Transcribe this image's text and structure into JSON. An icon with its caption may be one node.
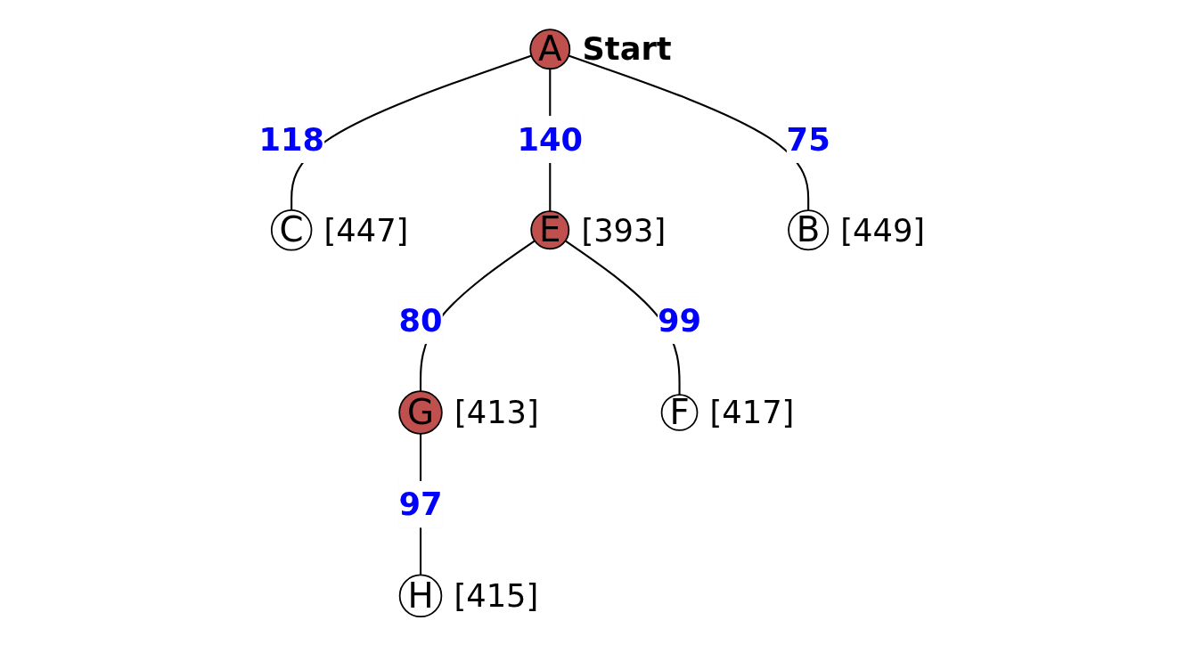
{
  "diagram": {
    "nodes": [
      {
        "text": [
          "A"
        ],
        "beside": [
          "Start"
        ]
      },
      {
        "text": [
          "C"
        ],
        "beside": [
          "[447]"
        ]
      },
      {
        "text": [
          "E"
        ],
        "beside": [
          "[393]"
        ]
      },
      {
        "text": [
          "B"
        ],
        "beside": [
          "[449]"
        ]
      },
      {
        "text": [
          "G"
        ],
        "beside": [
          "[413]"
        ]
      },
      {
        "text": [
          "F"
        ],
        "beside": [
          "[417]"
        ]
      },
      {
        "text": [
          "H"
        ],
        "beside": [
          "[415]"
        ]
      }
    ],
    "edges": [
      {
        "from": 0,
        "to": 1,
        "arrow": "none",
        "label": "118"
      },
      {
        "from": 0,
        "to": 2,
        "arrow": "none",
        "label": "140"
      },
      {
        "from": 0,
        "to": 3,
        "arrow": "none",
        "label": "75"
      },
      {
        "from": 2,
        "to": 4,
        "arrow": "none",
        "label": "80"
      },
      {
        "from": 2,
        "to": 5,
        "arrow": "none",
        "label": "99"
      },
      {
        "from": 4,
        "to": 6,
        "arrow": "none",
        "label": "97"
      }
    ]
  }
}
